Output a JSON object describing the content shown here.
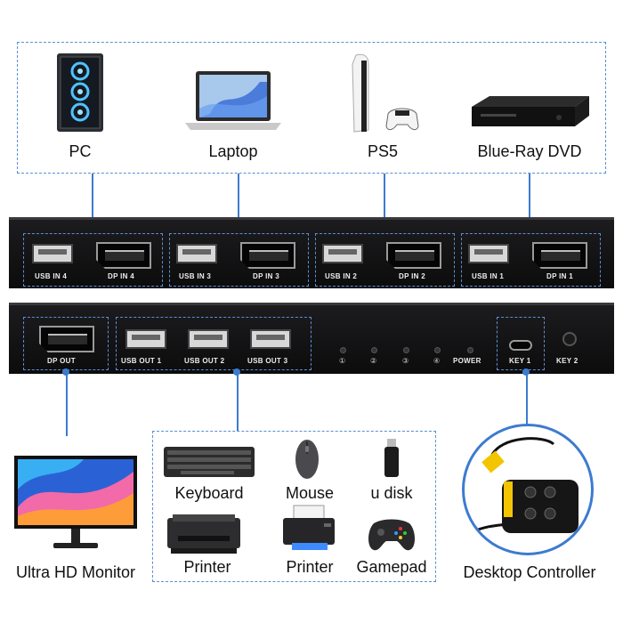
{
  "sources": [
    {
      "label": "PC"
    },
    {
      "label": "Laptop"
    },
    {
      "label": "PS5"
    },
    {
      "label": "Blue-Ray DVD"
    }
  ],
  "back_panel": {
    "ports": [
      {
        "usb": "USB IN 4",
        "dp": "DP IN 4"
      },
      {
        "usb": "USB IN 3",
        "dp": "DP IN 3"
      },
      {
        "usb": "USB IN 2",
        "dp": "DP IN 2"
      },
      {
        "usb": "USB IN 1",
        "dp": "DP IN 1"
      }
    ]
  },
  "front_panel": {
    "dp_out": "DP OUT",
    "usb_outs": [
      "USB OUT 1",
      "USB OUT 2",
      "USB OUT 3"
    ],
    "indicators": [
      "①",
      "②",
      "③",
      "④"
    ],
    "power": "POWER",
    "key1": "KEY 1",
    "key2": "KEY 2"
  },
  "peripherals": [
    {
      "label": "Keyboard"
    },
    {
      "label": "Mouse"
    },
    {
      "label": "u disk"
    },
    {
      "label": "Printer"
    },
    {
      "label": "Printer"
    },
    {
      "label": "Gamepad"
    }
  ],
  "monitor": {
    "label": "Ultra HD Monitor"
  },
  "controller": {
    "label": "Desktop Controller"
  },
  "colors": {
    "accent": "#3d7bd0",
    "device": "#111111"
  }
}
